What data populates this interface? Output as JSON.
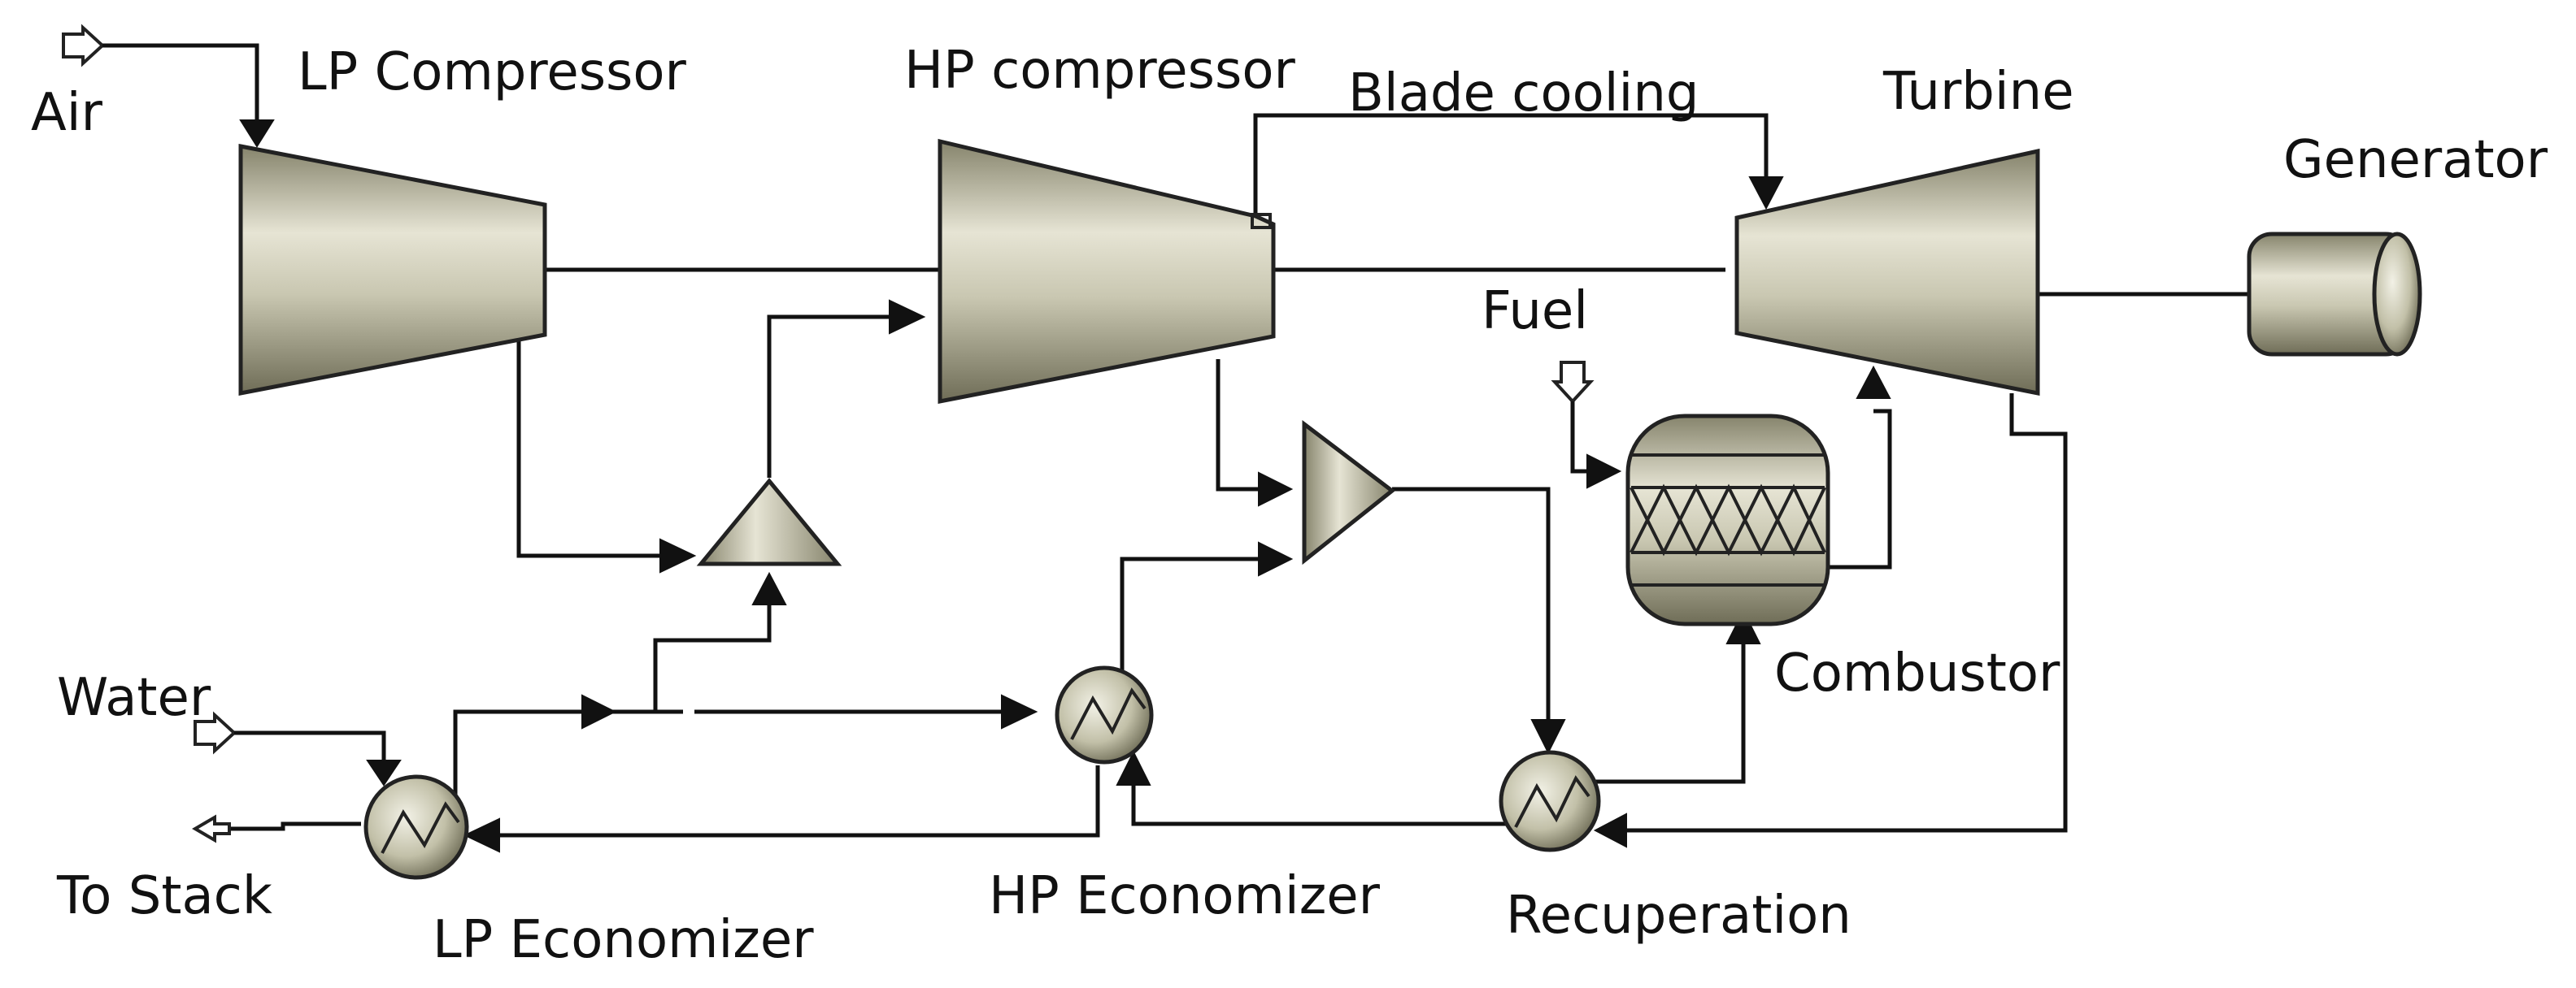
{
  "equipment": {
    "lp_compressor": "LP Compressor",
    "hp_compressor": "HP compressor",
    "turbine": "Turbine",
    "generator": "Generator",
    "combustor": "Combustor",
    "lp_economizer": "LP Economizer",
    "hp_economizer": "HP Economizer",
    "recuperation": "Recuperation"
  },
  "streams": {
    "air": "Air",
    "water": "Water",
    "to_stack": "To Stack",
    "fuel": "Fuel",
    "blade_cooling": "Blade cooling"
  },
  "colors": {
    "equipment_light": "#f2f1e6",
    "equipment_mid": "#c9c7b1",
    "equipment_dark": "#86846c",
    "line": "#111111"
  }
}
